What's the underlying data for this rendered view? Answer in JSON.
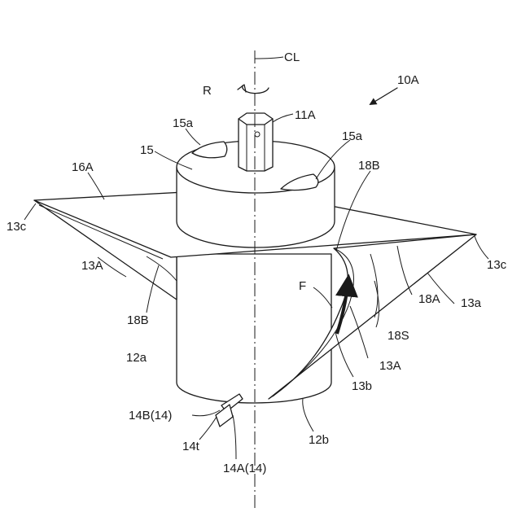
{
  "labels": {
    "cl": "CL",
    "r": "R",
    "l10a": "10A",
    "l11a": "11A",
    "l15a_left": "15a",
    "l15a_right": "15a",
    "l15": "15",
    "l16a": "16A",
    "l18b_top": "18B",
    "l13c_left": "13c",
    "l13c_right": "13c",
    "l13a_left": "13A",
    "l18b_left": "18B",
    "l12a": "12a",
    "f": "F",
    "l18a": "18A",
    "l13a_lower": "13a",
    "l18s": "18S",
    "l13a_right": "13A",
    "l13b": "13b",
    "l14b": "14B(14)",
    "l12b": "12b",
    "l14t": "14t",
    "l14a": "14A(14)"
  }
}
